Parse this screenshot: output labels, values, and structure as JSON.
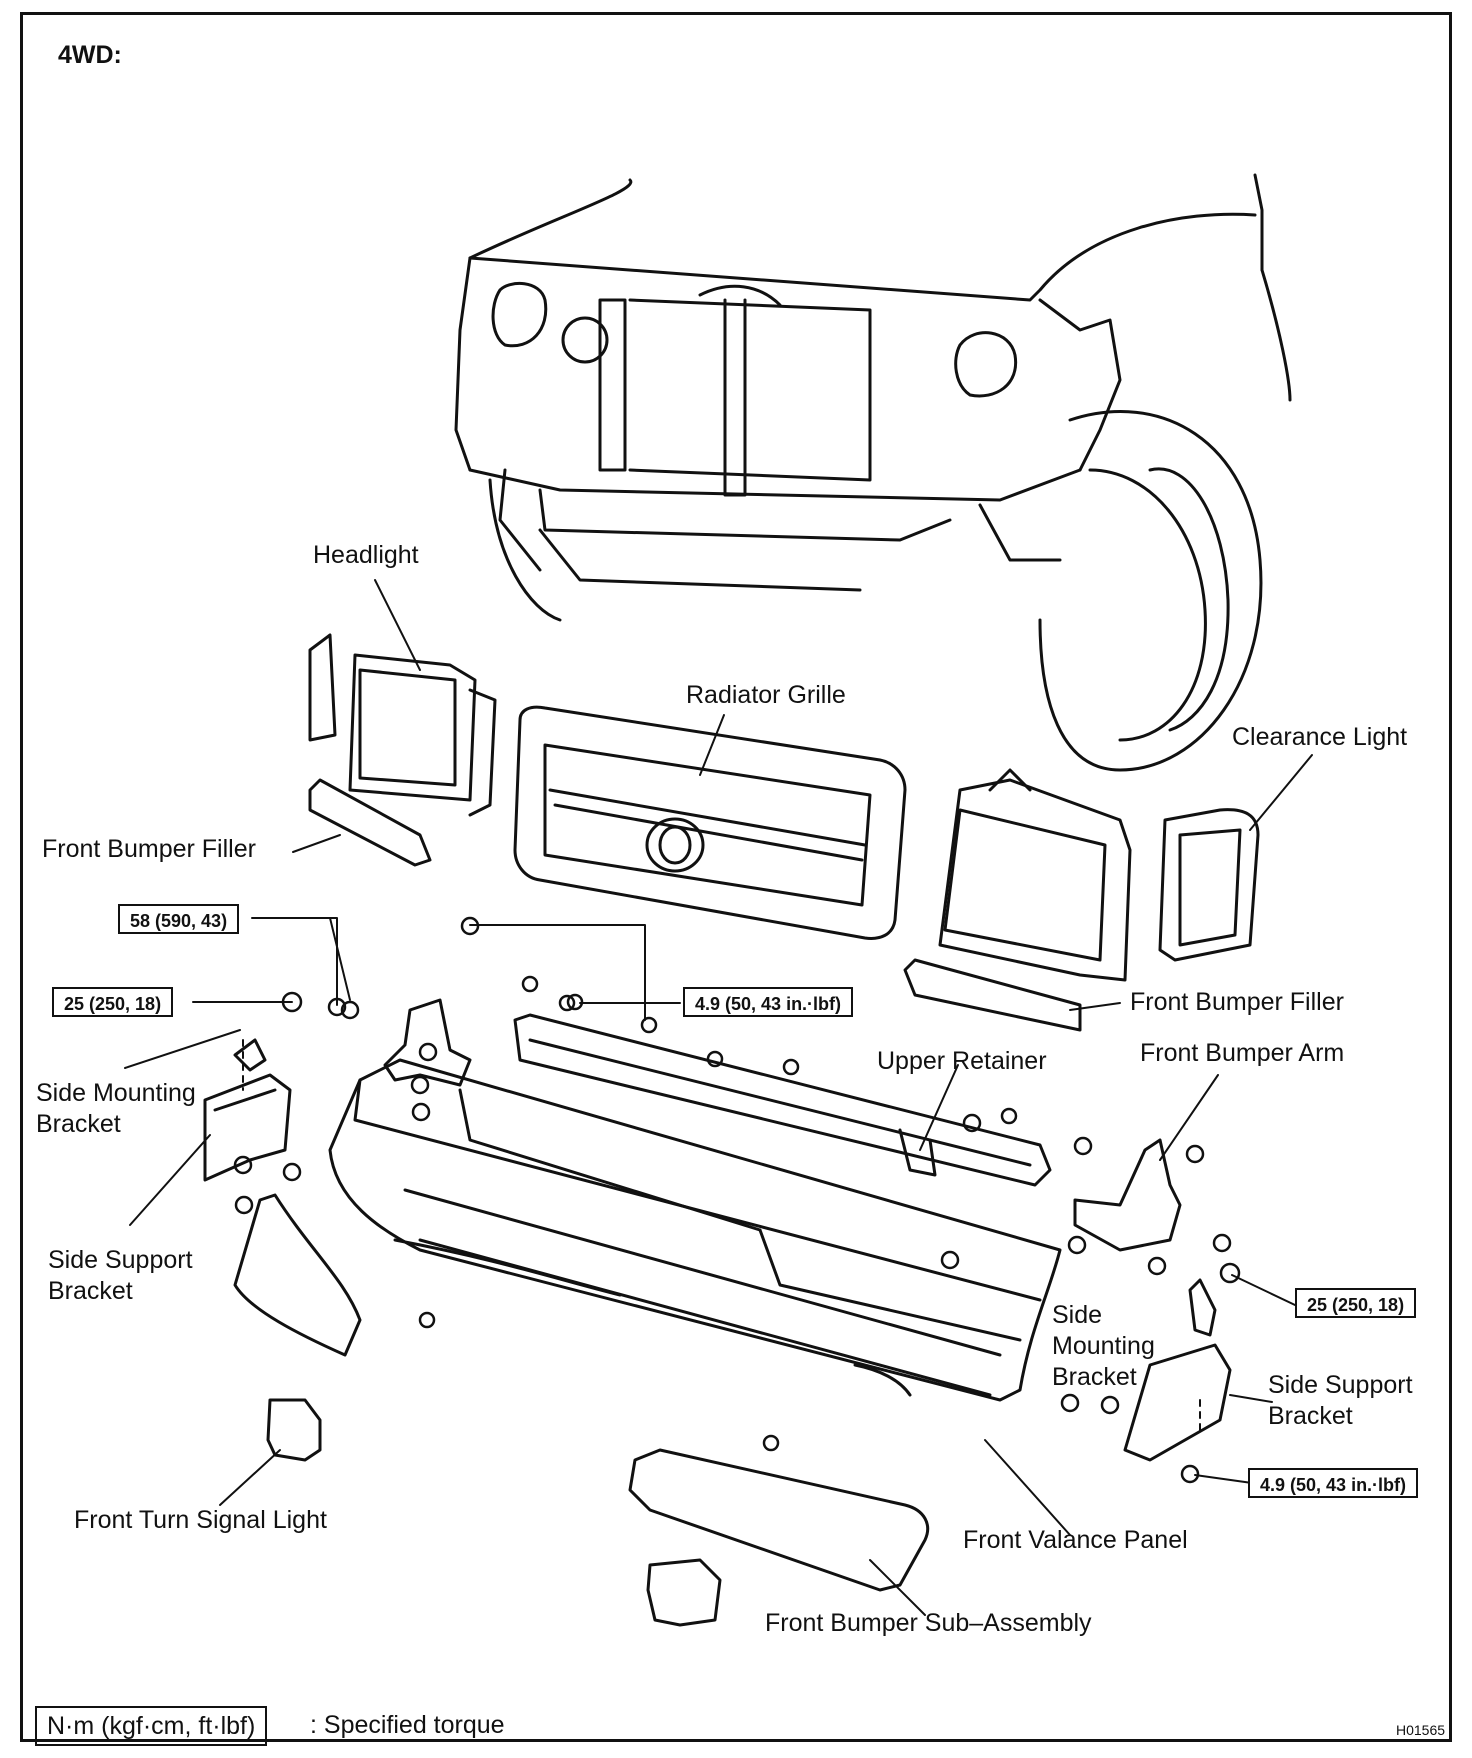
{
  "header": {
    "title": "4WD:"
  },
  "parts": {
    "headlight": "Headlight",
    "radiator_grille": "Radiator Grille",
    "clearance_light": "Clearance Light",
    "front_bumper_filler_left": "Front Bumper Filler",
    "front_bumper_filler_right": "Front Bumper Filler",
    "upper_retainer": "Upper Retainer",
    "front_bumper_arm": "Front Bumper Arm",
    "side_mounting_bracket_left": "Side Mounting Bracket",
    "side_support_bracket_left": "Side Support Bracket",
    "side_mounting_bracket_right": "Side Mounting Bracket",
    "side_support_bracket_right": "Side Support Bracket",
    "front_turn_signal_light": "Front Turn Signal Light",
    "front_valance_panel": "Front Valance Panel",
    "front_bumper_sub_assembly": "Front Bumper Sub–Assembly"
  },
  "torques": {
    "t58": "58 (590, 43)",
    "t25_left": "25 (250, 18)",
    "t49_top": "4.9 (50, 43 in.·lbf)",
    "t25_right": "25 (250, 18)",
    "t49_bottom": "4.9 (50, 43 in.·lbf)"
  },
  "legend": {
    "unit": "N·m (kgf·cm, ft·lbf)",
    "text": ": Specified torque"
  },
  "figure_code": "H01565"
}
